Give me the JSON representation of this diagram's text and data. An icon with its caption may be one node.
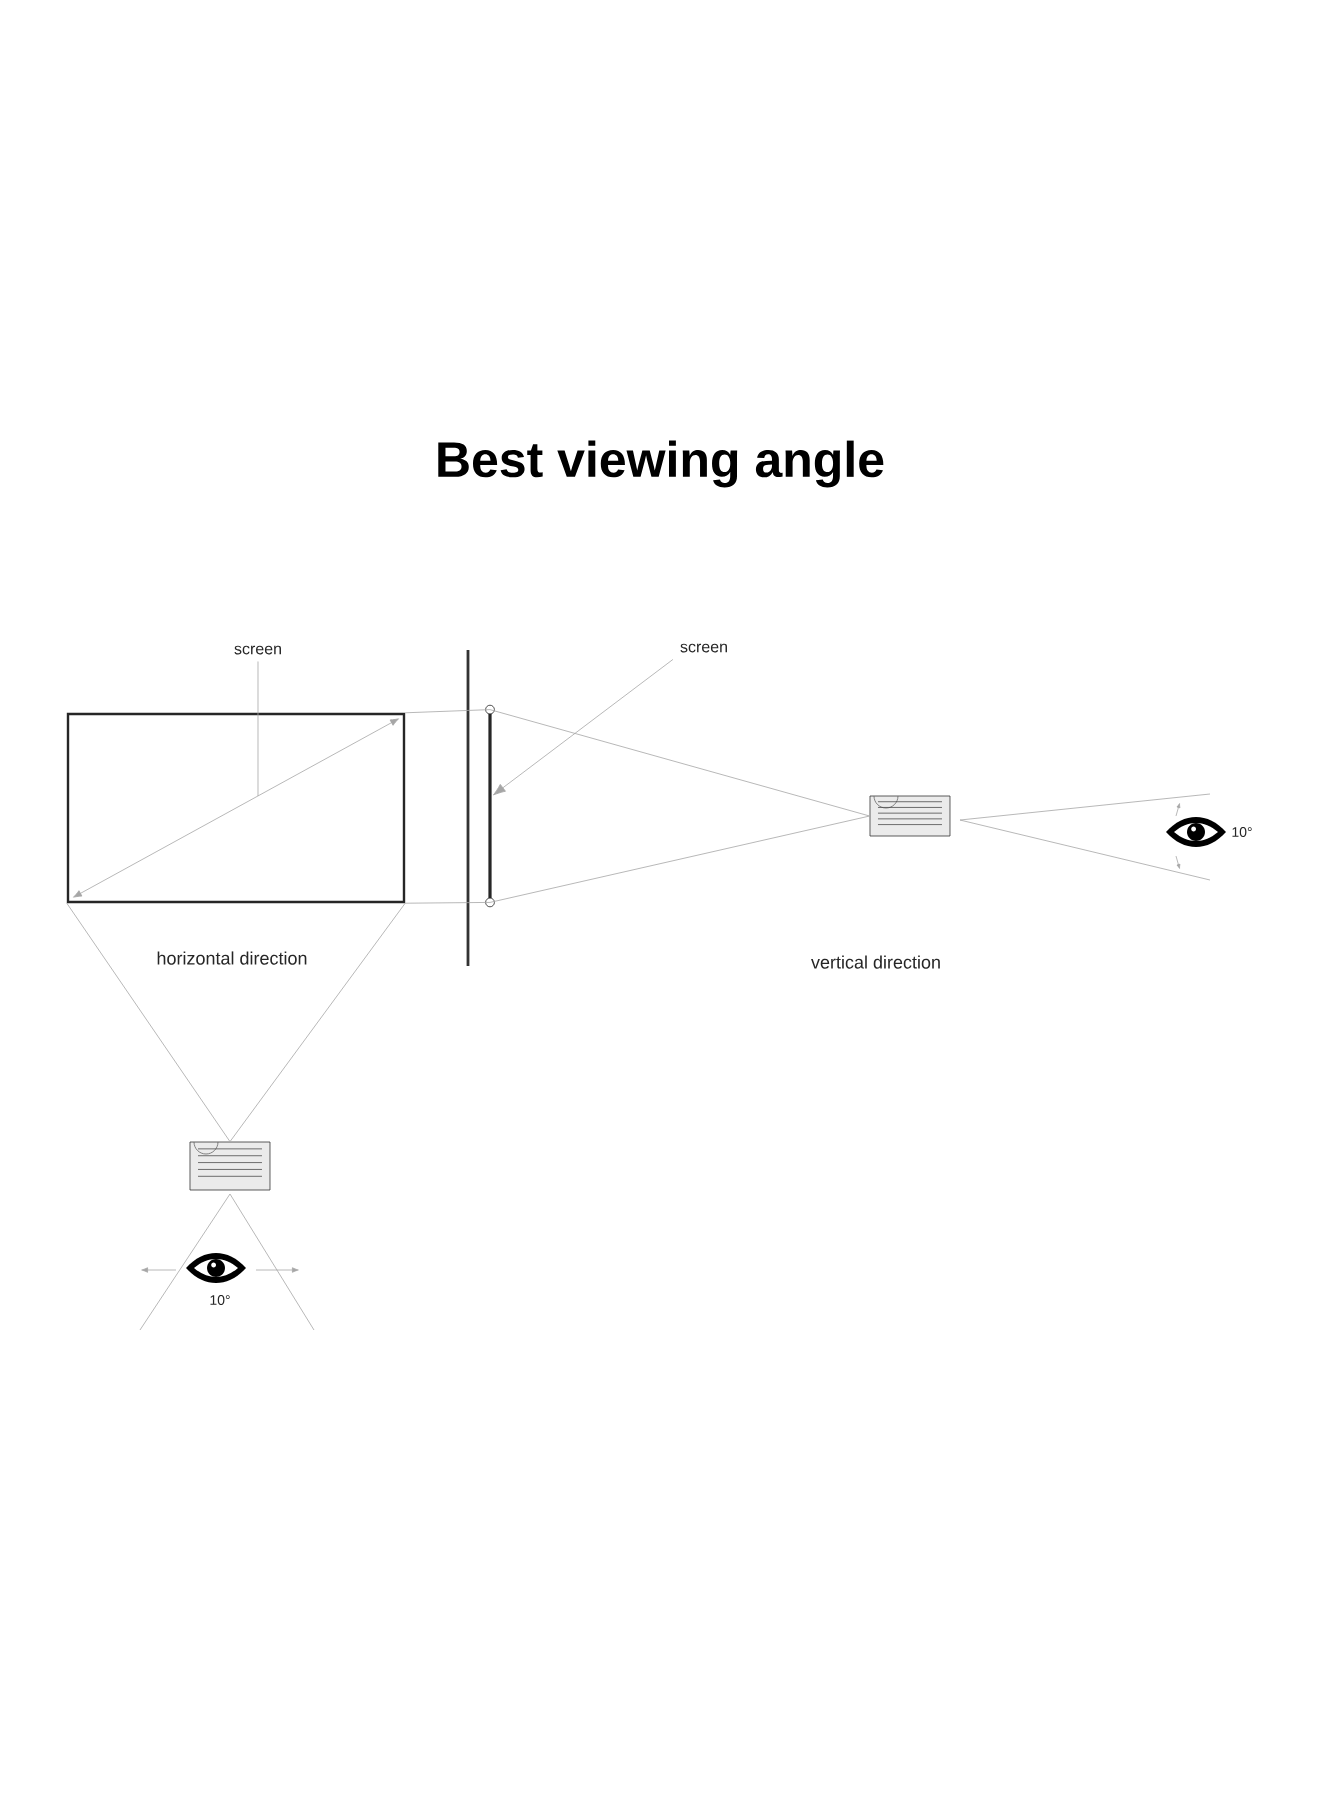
{
  "diagram": {
    "title": "Best viewing angle",
    "nodes": [
      {
        "text": [
          "screen"
        ]
      },
      {
        "text": [],
        "shape": "box"
      },
      {
        "text": [
          "screen"
        ]
      },
      {
        "text": [],
        "shape": "bar"
      },
      {
        "text": [],
        "shape": "picture"
      },
      {
        "text": [],
        "shape": "picture"
      }
    ],
    "edges": [
      {
        "from": 0,
        "to": 1,
        "arrow": "none"
      },
      {
        "from": 2,
        "to": 3,
        "arrow": "to"
      },
      {
        "from": 4,
        "to": 3,
        "arrow": "none"
      },
      {
        "from": 4,
        "to": 3,
        "arrow": "none"
      },
      {
        "from": 5,
        "to": 1,
        "arrow": "none"
      },
      {
        "from": 5,
        "to": 1,
        "arrow": "none"
      },
      {
        "from": 1,
        "to": 3,
        "arrow": "none"
      },
      {
        "from": 1,
        "to": 3,
        "arrow": "none"
      }
    ],
    "labels": [
      "horizontal direction",
      "10°",
      "vertical direction",
      "10°"
    ]
  }
}
